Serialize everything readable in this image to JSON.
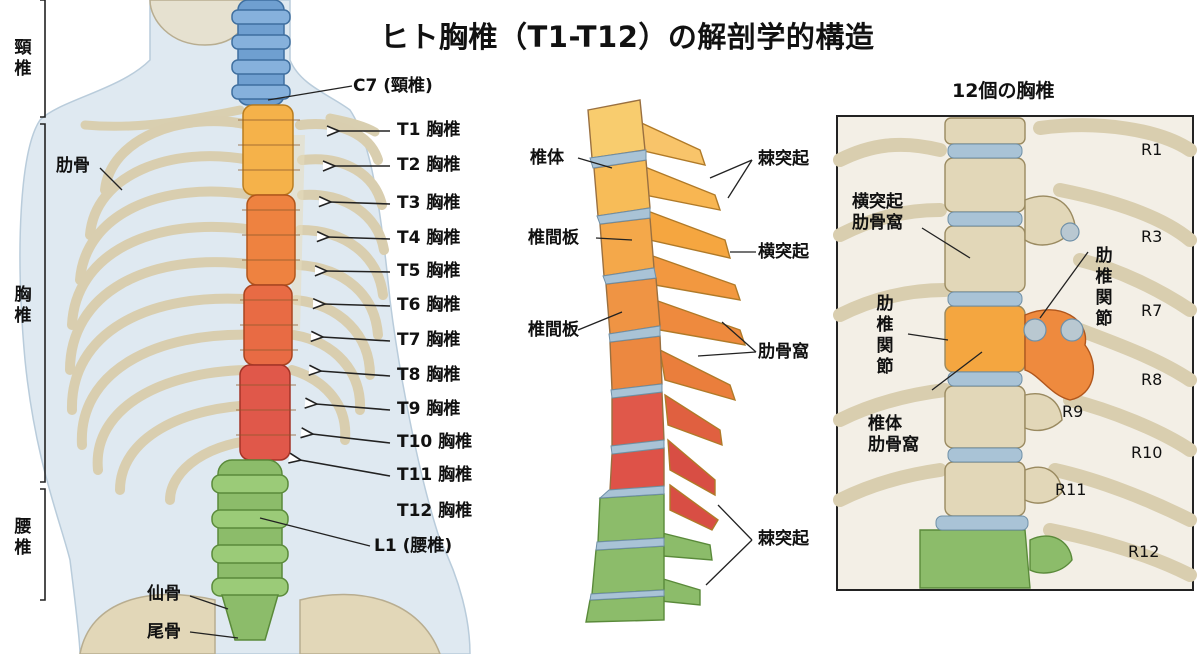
{
  "title": "ヒト胸椎（T1-T12）の解剖学的構造",
  "regions": {
    "cervical": "頸椎",
    "thoracic": "胸椎",
    "lumbar": "腰椎"
  },
  "left_labels": {
    "c7": "C7 (頸椎)",
    "rib": "肋骨",
    "l1": "L1 (腰椎)",
    "sacrum": "仙骨",
    "coccyx": "尾骨"
  },
  "thoracic_vertebrae": [
    "T1 胸椎",
    "T2 胸椎",
    "T3 胸椎",
    "T4 胸椎",
    "T5 胸椎",
    "T6 胸椎",
    "T7 胸椎",
    "T8 胸椎",
    "T9 胸椎",
    "T10 胸椎",
    "T11 胸椎",
    "T12 胸椎"
  ],
  "middle_labels": {
    "body": "椎体",
    "disc1": "椎間板",
    "disc2": "椎間板",
    "spinous_top": "棘突起",
    "transverse": "横突起",
    "costal_facet": "肋骨窩",
    "spinous_bottom": "棘突起"
  },
  "panel": {
    "title": "12個の胸椎",
    "transverse_costal_facet": "横突起\n肋骨窩",
    "costovertebral_left": "肋椎関節",
    "costovertebral_right": "肋椎関節",
    "body_costal_facet": "椎体\n肋骨窩",
    "ribs": [
      "R1",
      "R3",
      "R7",
      "R8",
      "R9",
      "R10",
      "R11",
      "R12"
    ]
  },
  "colors": {
    "cervical": "#6f9fd0",
    "thoracic_upper": "#f5b24a",
    "thoracic_mid": "#ee8240",
    "thoracic_lower": "#e0584a",
    "lumbar": "#8cbc6a",
    "bone": "#e2d7b8",
    "disc": "#a9c3d6",
    "skin": "#dfe9f1"
  }
}
